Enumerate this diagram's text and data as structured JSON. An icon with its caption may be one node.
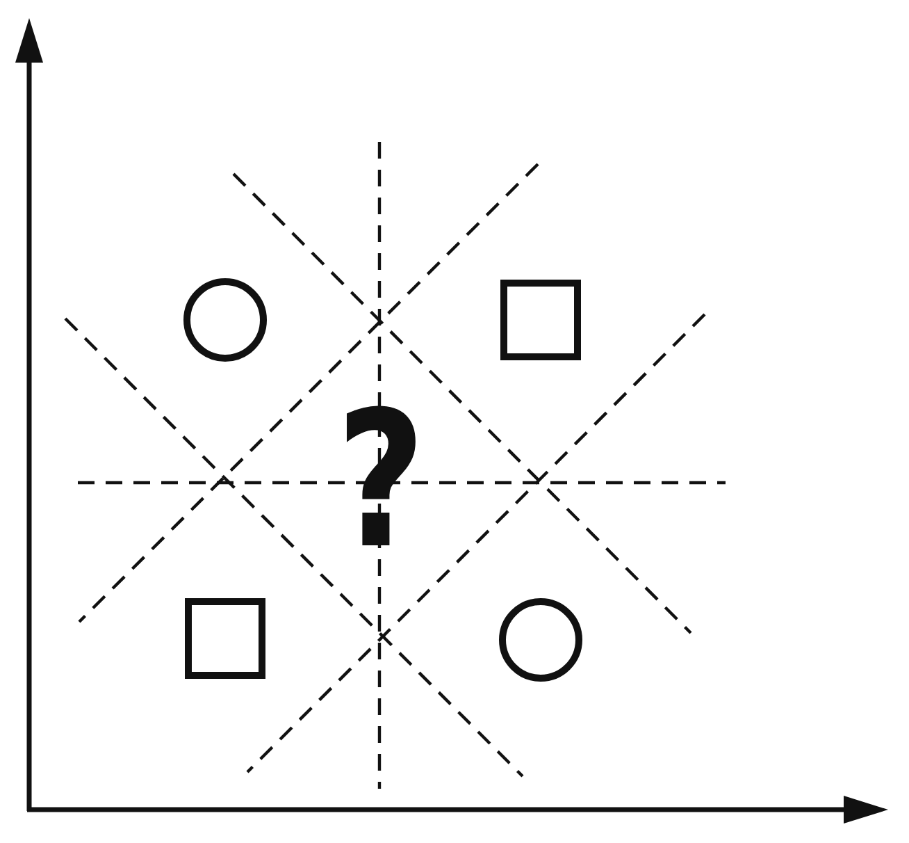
{
  "diagram": {
    "nodes": [
      {
        "text": [],
        "shape": "circle"
      },
      {
        "text": [],
        "shape": "box"
      },
      {
        "text": [],
        "shape": "box"
      },
      {
        "text": [],
        "shape": "circle"
      }
    ],
    "labels": [
      "?"
    ]
  }
}
